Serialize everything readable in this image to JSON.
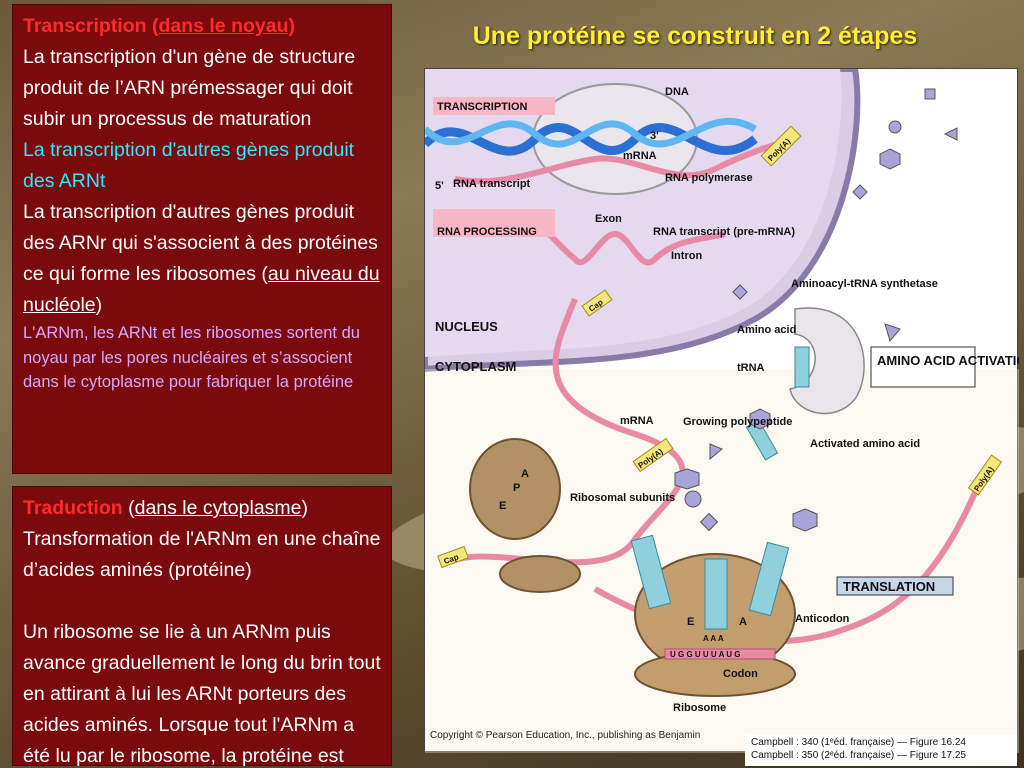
{
  "title": "Une protéine se construit en 2 étapes",
  "transcription": {
    "heading": "Transcription",
    "heading_place": "dans le noyau",
    "para1": "La transcription d'un gène de structure produit de l’ARN prémessager qui doit subir un processus de maturation",
    "para2": "La transcription d'autres gènes produit des ARNt",
    "para3_a": "La transcription d'autres gènes produit des ARNr qui s'associent à des protéines ce qui forme les ribosomes (",
    "para3_link": "au niveau du nucléole",
    "para3_b": ")",
    "para4": "L'ARNm, les ARNt et les ribosomes sortent du noyau par les pores nucléaires et s’associent dans le cytoplasme pour fabriquer la protéine"
  },
  "traduction": {
    "heading": "Traduction",
    "heading_place": "dans le cytoplasme",
    "para1": "Transformation de l'ARNm en une chaîne d’acides aminés (protéine)",
    "para2": "Un ribosome se lie à un ARNm puis avance graduellement le long du brin tout en attirant à lui les ARNt porteurs des acides aminés. Lorsque tout l'ARNm a été lu par le ribosome, la protéine est terminée"
  },
  "figure": {
    "labels": {
      "transcription": "TRANSCRIPTION",
      "dna": "DNA",
      "three_prime": "3'",
      "five_prime": "5'",
      "mrna_top": "mRNA",
      "rna_transcript": "RNA transcript",
      "rna_polymerase": "RNA polymerase",
      "polya": "Poly(A)",
      "rna_processing": "RNA PROCESSING",
      "exon": "Exon",
      "pre_mrna": "RNA transcript (pre-mRNA)",
      "intron": "Intron",
      "aminoacyl": "Aminoacyl-tRNA synthetase",
      "cap": "Cap",
      "nucleus": "NUCLEUS",
      "cytoplasm": "CYTOPLASM",
      "amino_acid": "Amino acid",
      "trna": "tRNA",
      "amino_activation": "AMINO ACID ACTIVATION",
      "mrna": "mRNA",
      "growing": "Growing polypeptide",
      "activated": "Activated amino acid",
      "ribosomal_subunits": "Ribosomal subunits",
      "translation": "TRANSLATION",
      "anticodon": "Anticodon",
      "codon": "Codon",
      "ribosome": "Ribosome",
      "site_e": "E",
      "site_a": "A",
      "site_p": "P",
      "anticodon_bases": "A A A",
      "codon_bases": "U G G U U U A U G"
    },
    "copyright": "Copyright © Pearson Education, Inc., publishing as Benjamin"
  },
  "references": {
    "line1": "Campbell : 340  (1ᵉéd. française) — Figure 16.24",
    "line2": "Campbell : 350  (2ᵉéd. française) — Figure 17.25"
  }
}
